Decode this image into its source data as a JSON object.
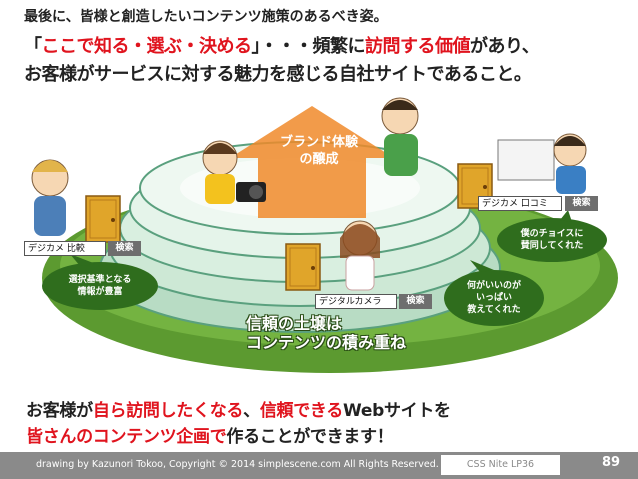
{
  "heading": "最後に、皆様と創造したいコンテンツ施策のあるべき姿。",
  "statement": {
    "part1": "「",
    "part2": "ここで知る・選ぶ・決める",
    "part3": "」・・・頻繁に",
    "part4": "訪問する価値",
    "part5": "があり、",
    "line2": "お客様がサービスに対する魅力を感じる自社サイトであること。"
  },
  "diagram": {
    "brand_line1": "ブランド体験",
    "brand_line2": "の醸成",
    "trust_line1": "信頼の土壌は",
    "trust_line2": "コンテンツの積み重ね",
    "searches": [
      {
        "query": "デジカメ 比較",
        "button": "検索"
      },
      {
        "query": "デジカメ 口コミ",
        "button": "検索"
      },
      {
        "query": "デジタルカメラ",
        "button": "検索"
      }
    ],
    "bubbles": [
      {
        "line1": "選択基準となる",
        "line2": "情報が豊富"
      },
      {
        "line1": "僕のチョイスに",
        "line2": "賛同してくれた"
      },
      {
        "line1": "何がいいのが",
        "line2": "いっぱい",
        "line3": "教えてくれた"
      }
    ]
  },
  "conclusion": {
    "l1a": "お客様が",
    "l1b": "自ら訪問したくなる",
    "l1c": "、",
    "l1d": "信頼できる",
    "l1e": "Webサイトを",
    "l2a": "皆さんのコンテンツ企画で",
    "l2b": "作ることができます！"
  },
  "footer": {
    "copyright": "drawing by Kazunori Tokoo, Copyright © 2014 simplescene.com All Rights Reserved.",
    "event": "CSS Nite LP36",
    "page": "89"
  },
  "colors": {
    "accent_red": "#e0141e",
    "grass": "#5c9a30",
    "spiral": "#9ecfb0",
    "footer": "#8a8a8a"
  }
}
